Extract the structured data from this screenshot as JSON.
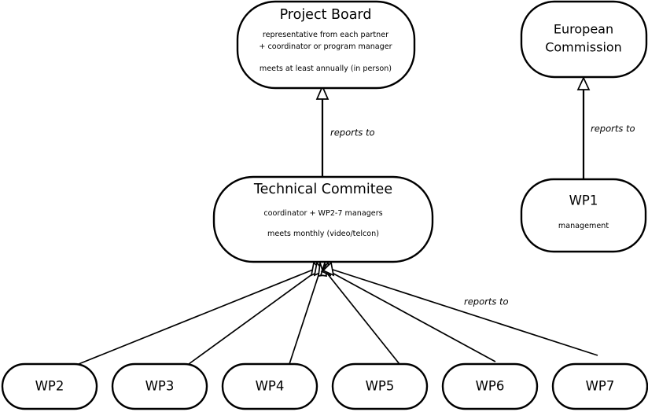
{
  "diagram": {
    "type": "organizational-hierarchy",
    "background_color": "#ffffff",
    "line_color": "#000000",
    "nodes": {
      "project_board": {
        "title": "Project Board",
        "detail_line_1": "representative from each partner",
        "detail_line_2": "+ coordinator or program manager",
        "detail_line_3": "meets at least annually (in person)"
      },
      "european_commission": {
        "title_line_1": "European",
        "title_line_2": "Commission"
      },
      "technical_committee": {
        "title": "Technical Commitee",
        "detail_line_1": "coordinator + WP2-7 managers",
        "detail_line_2": "meets monthly (video/telcon)"
      },
      "wp1": {
        "title": "WP1",
        "detail_line_1": "management"
      },
      "wp2": {
        "title": "WP2"
      },
      "wp3": {
        "title": "WP3"
      },
      "wp4": {
        "title": "WP4"
      },
      "wp5": {
        "title": "WP5"
      },
      "wp6": {
        "title": "WP6"
      },
      "wp7": {
        "title": "WP7"
      }
    },
    "edges": {
      "tc_to_board": {
        "label": "reports to"
      },
      "wp1_to_ec": {
        "label": "reports to"
      },
      "wps_to_tc": {
        "label": "reports to"
      }
    }
  }
}
